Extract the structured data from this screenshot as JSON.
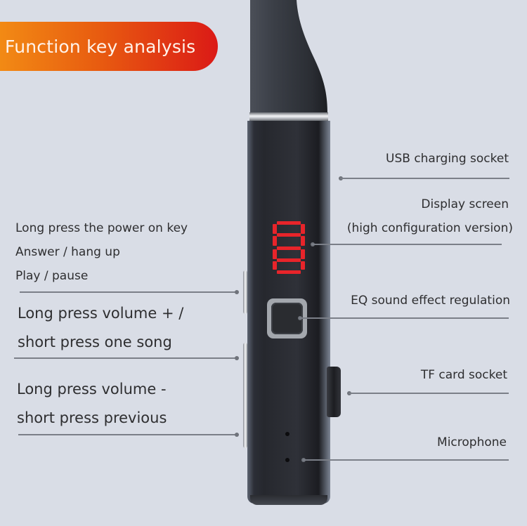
{
  "banner": {
    "title": "Function key analysis",
    "gradient_colors": [
      "#f28a14",
      "#e85c10",
      "#db1a16"
    ]
  },
  "device": {
    "display_digits": "88",
    "display_color": "#e8242a",
    "body_color": "#2b2d33"
  },
  "left_labels": {
    "power_key": [
      "Long press the power on key",
      "Answer / hang up",
      "Play / pause"
    ],
    "volume_up": [
      "Long press volume + /",
      "short press one song"
    ],
    "volume_down": [
      "Long press volume -",
      "short press previous"
    ]
  },
  "right_labels": {
    "usb": "USB charging socket",
    "display": [
      "Display screen",
      "(high configuration version)"
    ],
    "eq": "EQ sound effect regulation",
    "tf": "TF card socket",
    "mic": "Microphone"
  }
}
